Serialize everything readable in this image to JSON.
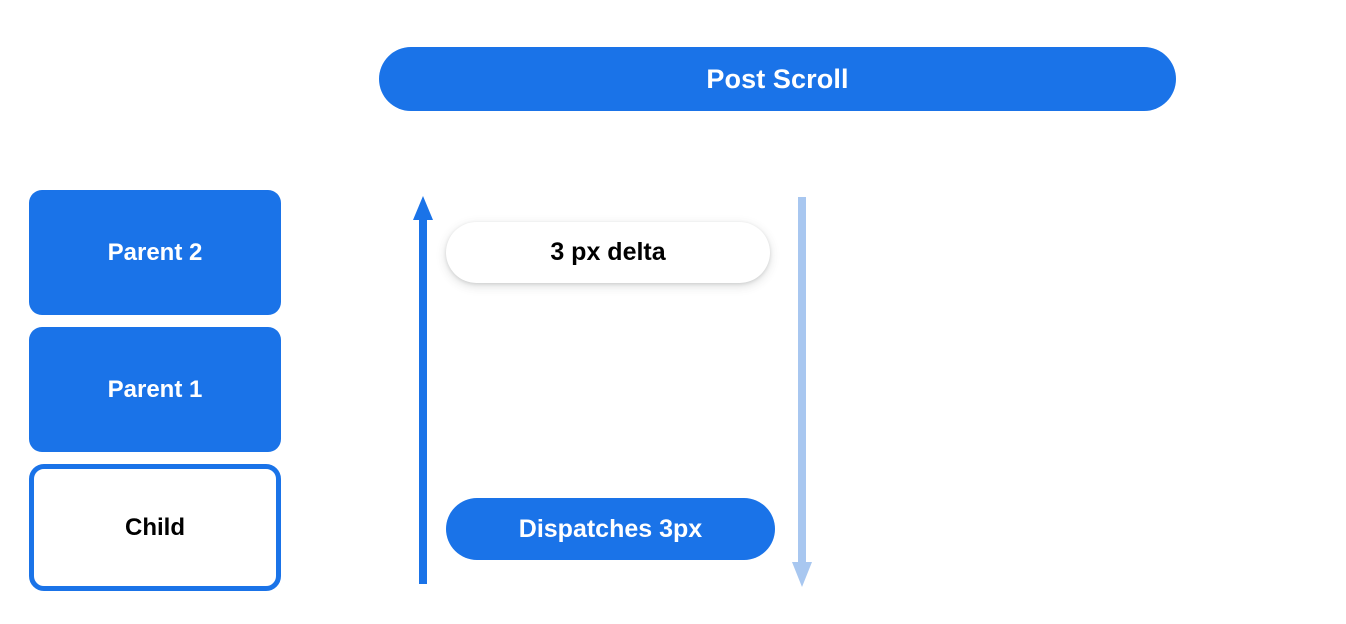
{
  "header": {
    "title": "Post Scroll",
    "background_color": "#1a73e8",
    "text_color": "#ffffff"
  },
  "stack": {
    "boxes": [
      {
        "label": "Parent 2",
        "style": "filled",
        "fill_color": "#1a73e8",
        "text_color": "#ffffff"
      },
      {
        "label": "Parent 1",
        "style": "filled",
        "fill_color": "#1a73e8",
        "text_color": "#ffffff"
      },
      {
        "label": "Child",
        "style": "outlined",
        "fill_color": "#ffffff",
        "border_color": "#1a73e8",
        "text_color": "#000000"
      }
    ]
  },
  "arrows": [
    {
      "name": "scroll-up-arrow",
      "direction": "up",
      "color": "#1a73e8"
    },
    {
      "name": "scroll-down-arrow",
      "direction": "down",
      "color": "#a8c7f0"
    }
  ],
  "pills": {
    "delta": {
      "label": "3 px delta",
      "background_color": "#ffffff",
      "text_color": "#000000"
    },
    "dispatch": {
      "label": "Dispatches 3px",
      "background_color": "#1a73e8",
      "text_color": "#ffffff"
    }
  }
}
